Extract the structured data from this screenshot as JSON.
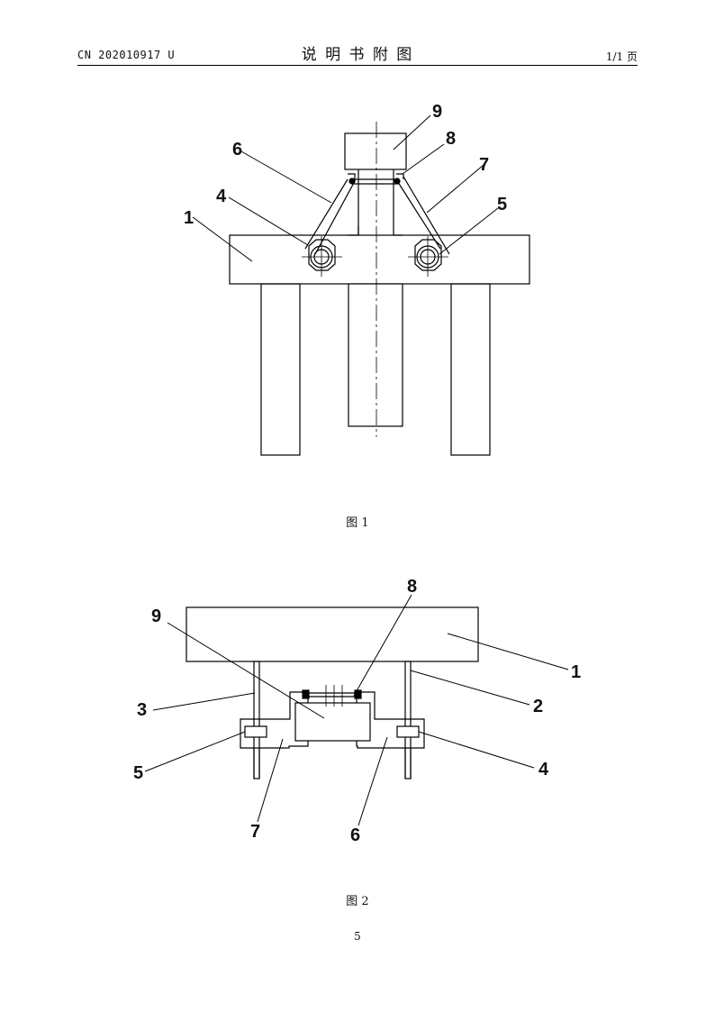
{
  "header": {
    "doc_number": "CN 202010917 U",
    "title": "说 明 书 附 图",
    "page_of": "1/1 页"
  },
  "figure1": {
    "caption": "图 1",
    "labels": {
      "l1": "1",
      "l4": "4",
      "l5": "5",
      "l6": "6",
      "l7": "7",
      "l8": "8",
      "l9": "9"
    }
  },
  "figure2": {
    "caption": "图 2",
    "labels": {
      "l1": "1",
      "l2": "2",
      "l3": "3",
      "l4": "4",
      "l5": "5",
      "l6": "6",
      "l7": "7",
      "l8": "8",
      "l9": "9"
    }
  },
  "footer": {
    "page_number": "5"
  }
}
